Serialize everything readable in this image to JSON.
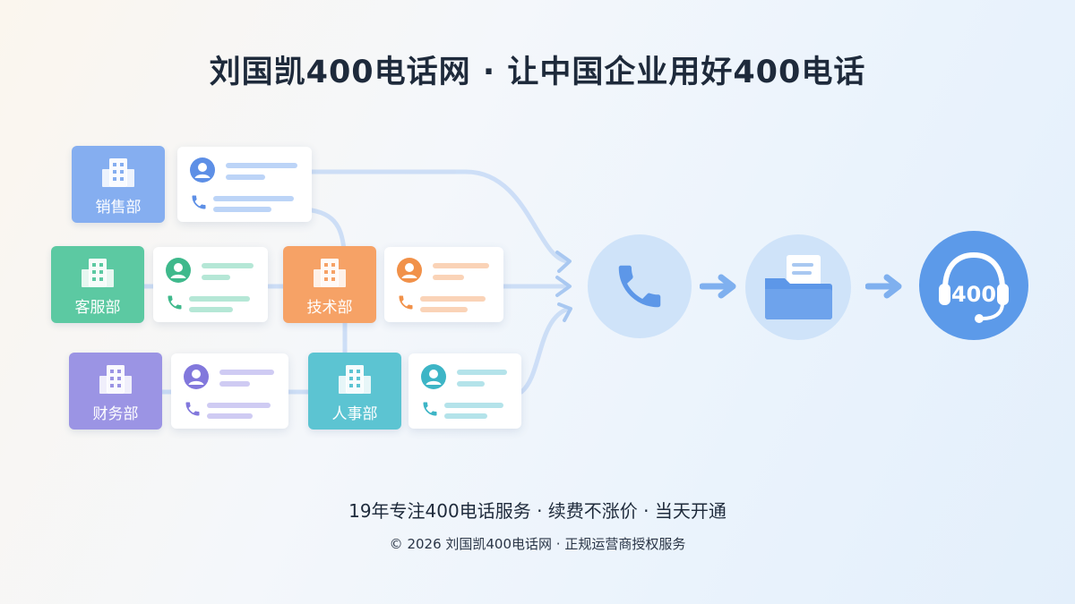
{
  "title": "刘国凯400电话网 · 让中国企业用好400电话",
  "departments": [
    {
      "label": "销售部",
      "color": "#85aef0",
      "accent": "#5d8fe6",
      "light": "#bcd4f7"
    },
    {
      "label": "客服部",
      "color": "#5cc9a2",
      "accent": "#3fb98c",
      "light": "#b5e7d6"
    },
    {
      "label": "技术部",
      "color": "#f6a266",
      "accent": "#f19149",
      "light": "#fad3b7"
    },
    {
      "label": "财务部",
      "color": "#9b94e4",
      "accent": "#8278dc",
      "light": "#cfcbf3"
    },
    {
      "label": "人事部",
      "color": "#5cc4d2",
      "accent": "#3db5c6",
      "light": "#b4e3ea"
    }
  ],
  "hub": {
    "badge_text": "400"
  },
  "tagline": "19年专注400电话服务 · 续费不涨价 · 当天开通",
  "footer": "© 2026 刘国凯400电话网 · 正规运营商授权服务",
  "colors": {
    "connector": "#c9dcf6",
    "hub_circle": "#cfe3f9",
    "icon_blue": "#5d97e8",
    "badge_blue": "#5c9ae9"
  },
  "icons": [
    "building-icon",
    "user-icon",
    "phone-icon",
    "folder-icon",
    "headset-icon",
    "arrow-right-icon"
  ]
}
